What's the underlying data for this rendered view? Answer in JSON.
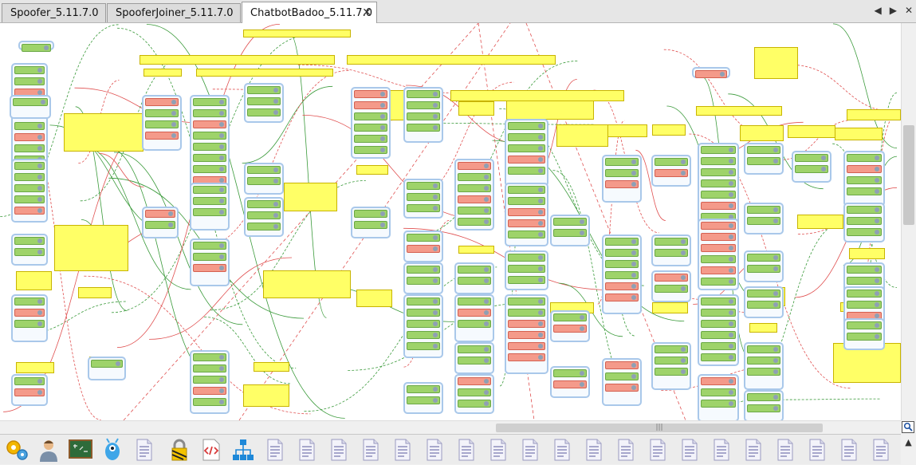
{
  "tabs": [
    {
      "label": "Spoofer_5.11.7.0",
      "active": false
    },
    {
      "label": "SpooferJoiner_5.11.7.0",
      "active": false
    },
    {
      "label": "ChatbotBadoo_5.11.7.0",
      "active": true,
      "close": "✕"
    }
  ],
  "nav": {
    "left": "◀",
    "right": "▶",
    "menu": "✕"
  },
  "colors": {
    "note": "#ffff66",
    "node_ok": "#9ed36a",
    "node_err": "#f49a8a",
    "group_border": "#a9c8ea",
    "link_ok": "#3a9a3a",
    "link_err": "#e05050"
  },
  "scroll": {
    "h_grip": "|||",
    "zoom_icon": "magnifier-icon",
    "collapse": "▲"
  },
  "toolbar_icons": [
    "gears-icon",
    "user-icon",
    "blackboard-icon",
    "alien-icon",
    "page-icon",
    "lock-icon",
    "code-file-icon",
    "sitemap-icon",
    "page-icon",
    "page-icon",
    "page-icon",
    "page-icon",
    "page-icon",
    "page-icon",
    "page-icon",
    "page-icon",
    "page-icon",
    "page-icon",
    "page-icon",
    "page-icon",
    "page-icon",
    "page-icon",
    "page-icon",
    "page-icon",
    "page-icon",
    "page-icon",
    "page-icon",
    "page-icon",
    "page-icon"
  ]
}
